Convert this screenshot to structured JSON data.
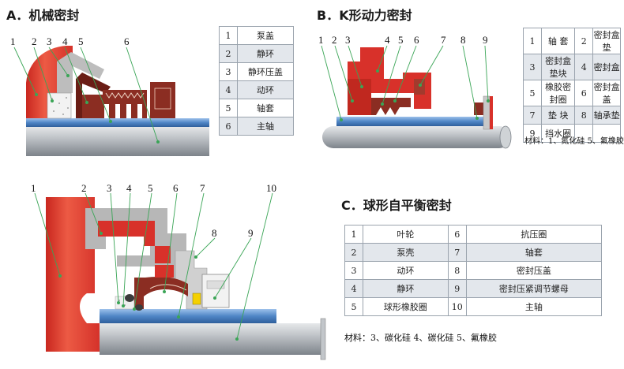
{
  "sections": {
    "a": {
      "title": "A．机械密封"
    },
    "b": {
      "title": "B．K形动力密封"
    },
    "c": {
      "title": "C．球形自平衡密封"
    }
  },
  "legend_a": [
    {
      "num": "1",
      "name": "泵盖"
    },
    {
      "num": "2",
      "name": "静环"
    },
    {
      "num": "3",
      "name": "静环压盖"
    },
    {
      "num": "4",
      "name": "动环"
    },
    {
      "num": "5",
      "name": "轴套"
    },
    {
      "num": "6",
      "name": "主轴"
    }
  ],
  "legend_b": [
    [
      {
        "num": "1",
        "name": "轴 套"
      },
      {
        "num": "2",
        "name": "密封盒垫"
      }
    ],
    [
      {
        "num": "3",
        "name": "密封盒垫块"
      },
      {
        "num": "4",
        "name": "密封盒"
      }
    ],
    [
      {
        "num": "5",
        "name": "橡胶密封圈"
      },
      {
        "num": "6",
        "name": "密封盒盖"
      }
    ],
    [
      {
        "num": "7",
        "name": "垫 块"
      },
      {
        "num": "8",
        "name": "轴承垫"
      }
    ],
    [
      {
        "num": "9",
        "name": "挡水圈"
      },
      {
        "num": "",
        "name": ""
      }
    ]
  ],
  "material_b": "材料：1、氮化硅 5、氟橡胶",
  "legend_c": [
    [
      {
        "num": "1",
        "name": "叶轮"
      },
      {
        "num": "6",
        "name": "抗压圈"
      }
    ],
    [
      {
        "num": "2",
        "name": "泵壳"
      },
      {
        "num": "7",
        "name": "轴套"
      }
    ],
    [
      {
        "num": "3",
        "name": "动环"
      },
      {
        "num": "8",
        "name": "密封压盖"
      }
    ],
    [
      {
        "num": "4",
        "name": "静环"
      },
      {
        "num": "9",
        "name": "密封压紧调节螺母"
      }
    ],
    [
      {
        "num": "5",
        "name": "球形橡胶圈"
      },
      {
        "num": "10",
        "name": "主轴"
      }
    ]
  ],
  "material_c": "材料：3、碳化硅    4、碳化硅 5、氟橡胶",
  "callouts_a": [
    "1",
    "2",
    "3",
    "4",
    "5",
    "6"
  ],
  "callouts_b": [
    "1",
    "2",
    "3",
    "4",
    "5",
    "6",
    "7",
    "8",
    "9"
  ],
  "callouts_c": [
    "1",
    "2",
    "3",
    "4",
    "5",
    "6",
    "7",
    "8",
    "9",
    "10"
  ],
  "colors": {
    "red": "#d8312a",
    "brown": "#8b2d22",
    "gray_part": "#b7b7b7",
    "shaft": "#9aa0a6",
    "sleeve_blue": "#4f86c6",
    "leader_green": "#3aa556",
    "yellow": "#f4d000"
  }
}
